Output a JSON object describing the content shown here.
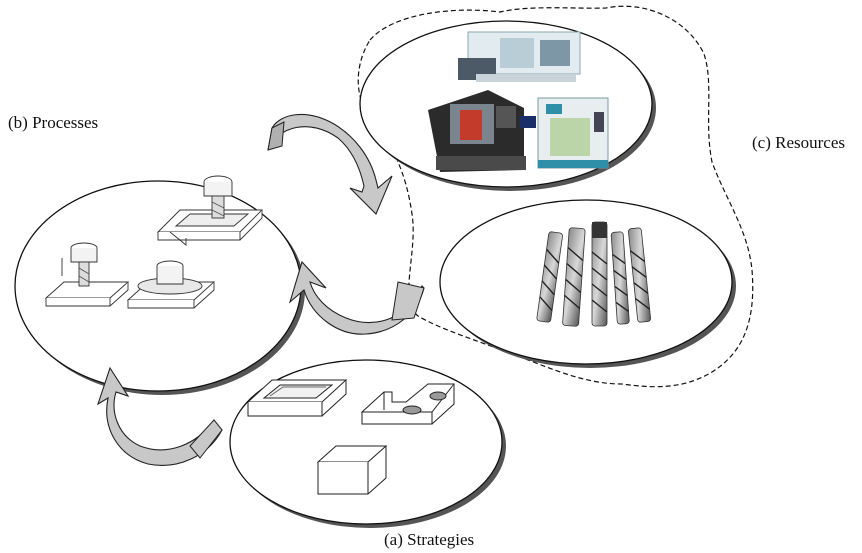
{
  "labels": {
    "processes": "(b) Processes",
    "resources": "(c) Resources",
    "strategies": "(a) Strategies"
  },
  "colors": {
    "arrow_fill": "#c8c8c8",
    "arrow_stroke": "#222222",
    "ellipse_stroke": "#111111",
    "shadow": "#555555",
    "boundary": "#111111"
  },
  "icons": [
    "machining-centers-image",
    "end-mill-cutters-image",
    "milling-processes-image",
    "workpiece-features-image",
    "cycle-arrow-icon"
  ]
}
